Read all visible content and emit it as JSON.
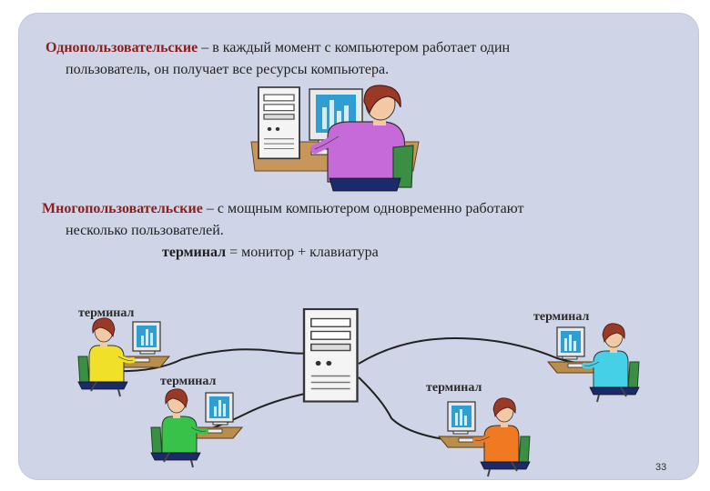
{
  "slide": {
    "single_user": {
      "term": "Однопользовательские",
      "rest_line1": " – в каждый момент с компьютером работает один",
      "line2": "пользователь, он получает все ресурсы компьютера."
    },
    "multi_user": {
      "term": "Многопользовательские",
      "rest_line1": " – с мощным компьютером одновременно работают",
      "line2": "несколько пользователей.",
      "formula_term": "терминал",
      "formula_rest": " = монитор + клавиатура"
    },
    "terminal_labels": [
      "терминал",
      "терминал",
      "терминал",
      "терминал"
    ],
    "page_number": "33"
  }
}
